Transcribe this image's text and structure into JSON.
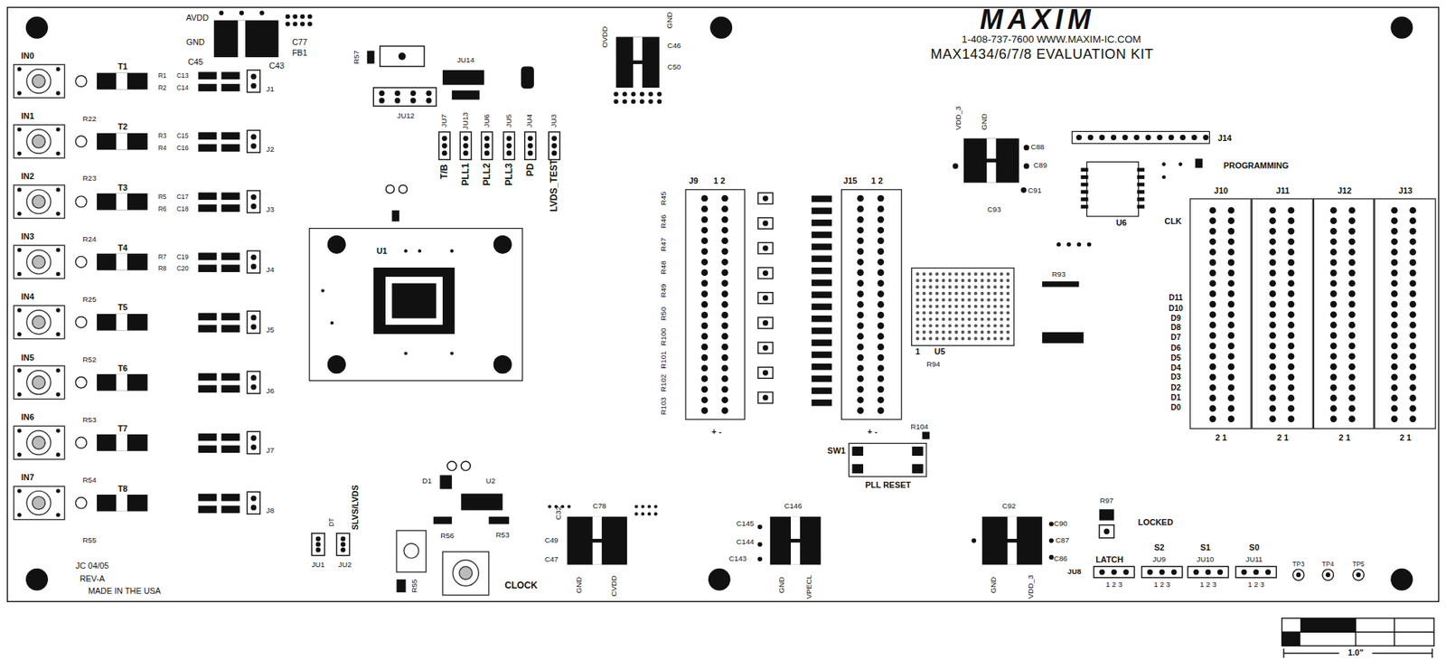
{
  "diagram": {
    "title": "MAX1434/6/7/8 EVALUATION KIT",
    "nodes": [
      {
        "text": [
          "U1"
        ]
      },
      {
        "text": [
          "J9",
          "1 2",
          "+ -"
        ]
      },
      {
        "text": [
          "J15",
          "1 2",
          "+ -"
        ]
      },
      {
        "text": [
          "J10",
          "2 1"
        ]
      },
      {
        "text": [
          "J11",
          "2 1"
        ]
      },
      {
        "text": [
          "J12",
          "2 1"
        ]
      },
      {
        "text": [
          "J13",
          "2 1"
        ]
      },
      {
        "text": [
          "1",
          "U5"
        ]
      },
      {
        "text": [
          "J14"
        ]
      },
      {
        "text": [
          "U6"
        ]
      },
      {
        "text": [
          "SW1",
          "PLL RESET"
        ]
      }
    ],
    "labels": [
      "MAXIM",
      "1-408-737-7600 WWW.MAXIM-IC.COM",
      "AVDD",
      "GND",
      "C45",
      "C43",
      "C77",
      "FB1",
      "IN0",
      "IN1",
      "IN2",
      "IN3",
      "IN4",
      "IN5",
      "IN6",
      "IN7",
      "T1",
      "T2",
      "T3",
      "T4",
      "T5",
      "T6",
      "T7",
      "T8",
      "J1",
      "J2",
      "J3",
      "J4",
      "J5",
      "J6",
      "J7",
      "J8",
      "R22",
      "R23",
      "R24",
      "R25",
      "R52",
      "R53",
      "R54",
      "R55",
      "JC 04/05",
      "REV-A",
      "MADE IN THE USA",
      "R57",
      "JU12",
      "JU14",
      "JU7",
      "JU13",
      "JU6",
      "JU5",
      "JU4",
      "JU3",
      "T/B",
      "PLL1",
      "PLL2",
      "PLL3",
      "PD",
      "LVDS_TEST",
      "OVDD",
      "GND",
      "C46",
      "C50",
      "VDD_3",
      "GND",
      "C88",
      "C89",
      "C91",
      "C93",
      "PROGRAMMING",
      "R45",
      "R46",
      "R47",
      "R48",
      "R49",
      "R50",
      "R100",
      "R101",
      "R102",
      "R103",
      "R93",
      "R94",
      "R104",
      "CLK",
      "D11",
      "D10",
      "D9",
      "D8",
      "D7",
      "D6",
      "D5",
      "D4",
      "D3",
      "D2",
      "D1",
      "D0",
      "TP3",
      "TP4",
      "TP5",
      "LATCH",
      "S2",
      "S1",
      "S0",
      "JU8",
      "JU9",
      "JU10",
      "JU11",
      "1 2 3",
      "1 2 3",
      "1 2 3",
      "1 2 3",
      "R97",
      "LOCKED",
      "C92",
      "C90",
      "C87",
      "C86",
      "GND",
      "VDD_3",
      "C146",
      "C145",
      "C144",
      "C143",
      "GND",
      "VPECL",
      "C78",
      "C32",
      "C49",
      "C47",
      "GND",
      "CVDD",
      "CLOCK",
      "R53",
      "R56",
      "U2",
      "D1",
      "JU1",
      "JU2",
      "DT",
      "SLVS/LVDS",
      "R55",
      "1.0\"",
      "R1",
      "C13",
      "R2",
      "C14",
      "R3",
      "C15",
      "R4",
      "C16",
      "R5",
      "C17",
      "R6",
      "C18",
      "R7",
      "C19",
      "R8",
      "C20"
    ]
  }
}
